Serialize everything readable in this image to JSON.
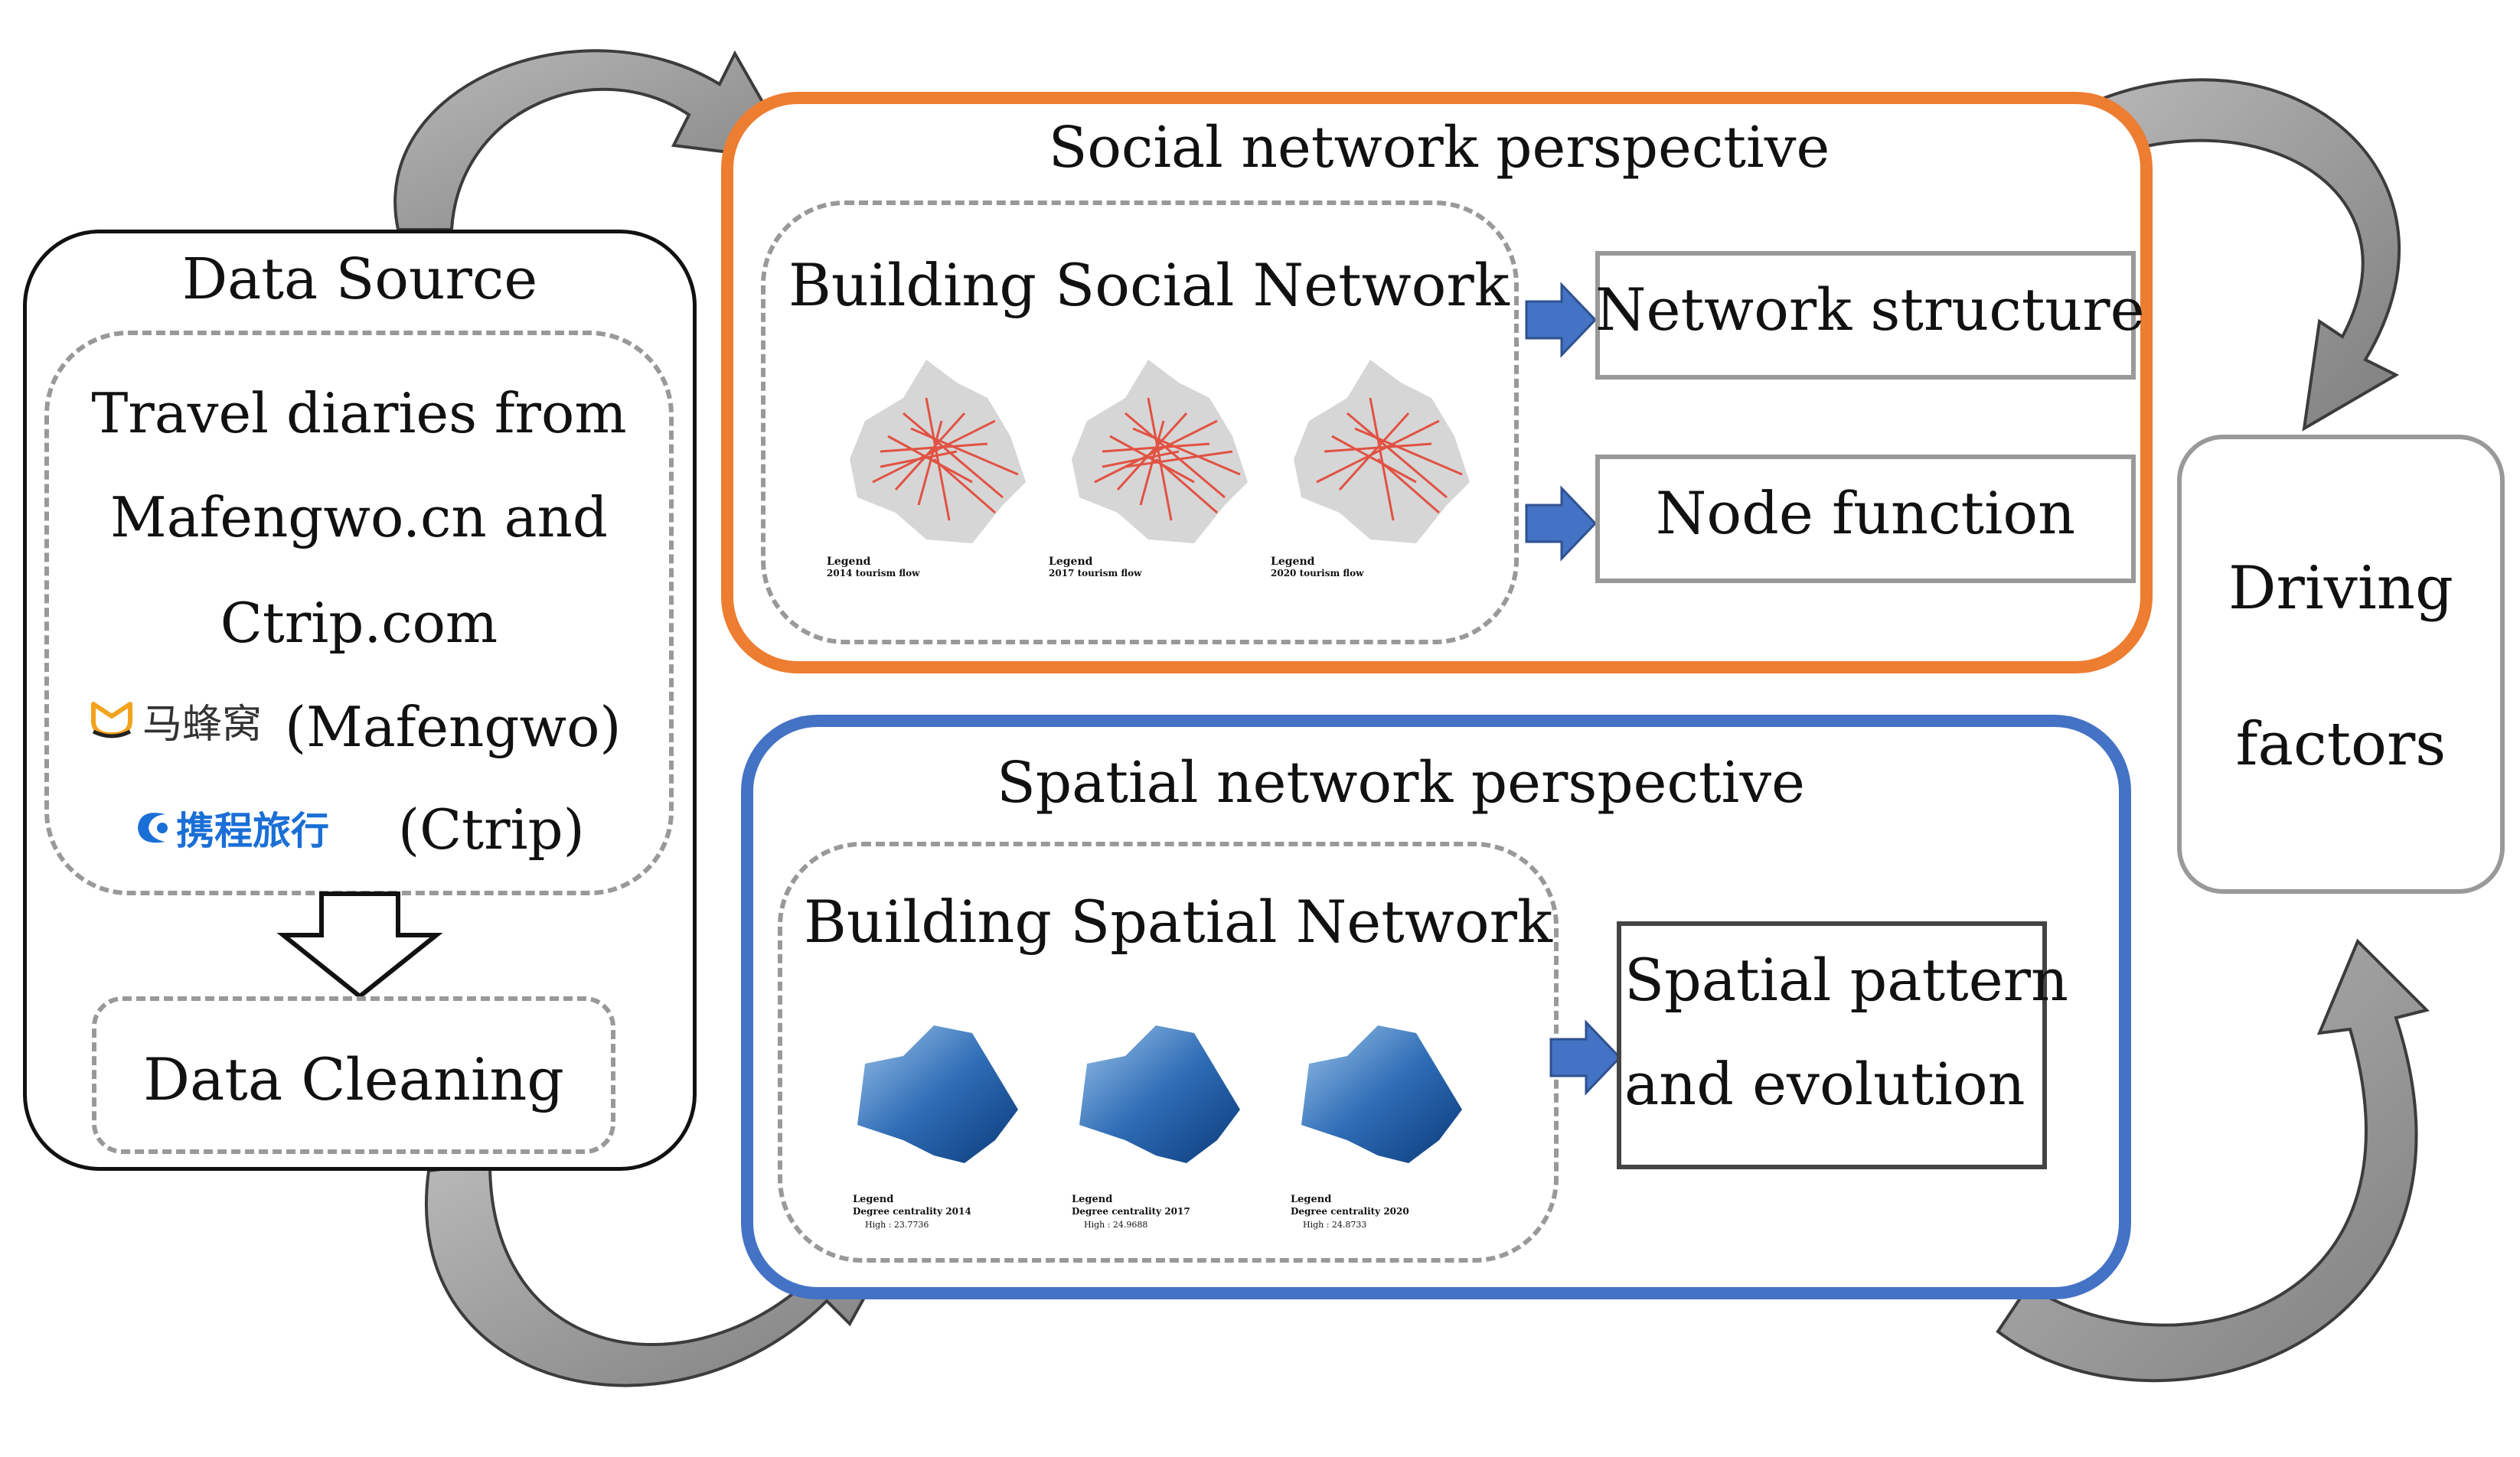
{
  "data_source": {
    "title": "Data Source",
    "line1": "Travel diaries from",
    "line2": "Mafengwo.cn and",
    "line3": "Ctrip.com",
    "mafengwo_cn": "马蜂窝",
    "mafengwo_en": "(Mafengwo)",
    "ctrip_cn": "携程旅行",
    "ctrip_en": "(Ctrip)",
    "cleaning": "Data Cleaning"
  },
  "social": {
    "title": "Social network perspective",
    "building": "Building Social Network",
    "out1": "Network structure",
    "out2": "Node function",
    "maps": [
      {
        "legend_title": "Legend",
        "legend_sub": "2014 tourism flow"
      },
      {
        "legend_title": "Legend",
        "legend_sub": "2017 tourism flow"
      },
      {
        "legend_title": "Legend",
        "legend_sub": "2020 tourism flow"
      }
    ]
  },
  "spatial": {
    "title": "Spatial network perspective",
    "building": "Building Spatial Network",
    "out_line1": "Spatial pattern",
    "out_line2": "and evolution",
    "maps": [
      {
        "legend_title": "Legend",
        "legend_sub": "Degree centrality 2014",
        "high": "High : 23.7736"
      },
      {
        "legend_title": "Legend",
        "legend_sub": "Degree centrality 2017",
        "high": "High : 24.9688"
      },
      {
        "legend_title": "Legend",
        "legend_sub": "Degree centrality 2020",
        "high": "High : 24.8733"
      }
    ]
  },
  "driving": {
    "line1": "Driving",
    "line2": "factors"
  },
  "colors": {
    "social_border": "#ED7D31",
    "spatial_border": "#4472C4",
    "small_arrow": "#4472C4",
    "curved_arrow": "#999999",
    "dashed": "#999999"
  }
}
